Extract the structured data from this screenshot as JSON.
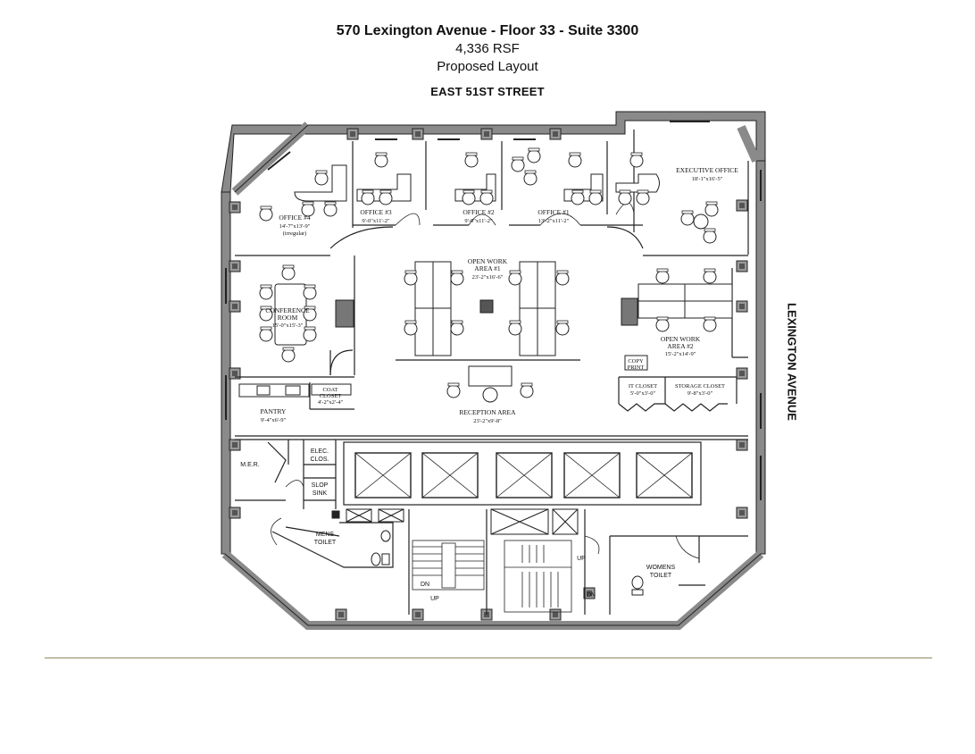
{
  "header": {
    "title": "570 Lexington Avenue - Floor 33 - Suite 3300",
    "area": "4,336 RSF",
    "layout": "Proposed Layout"
  },
  "streets": {
    "top": "EAST 51ST STREET",
    "right": "LEXINGTON AVENUE"
  },
  "rooms": {
    "office4": {
      "name": "OFFICE #4",
      "dim": "14'-7\"x13'-9\"",
      "note": "(irregular)"
    },
    "office3": {
      "name": "OFFICE #3",
      "dim": "9'-0\"x11'-2\""
    },
    "office2": {
      "name": "OFFICE #2",
      "dim": "9'-0\"x11'-2\""
    },
    "office1": {
      "name": "OFFICE #1",
      "dim": "13'-2\"x11'-2\""
    },
    "exec": {
      "name": "EXECUTIVE OFFICE",
      "dim": "18'-1\"x16'-5\""
    },
    "open1": {
      "name1": "OPEN WORK",
      "name2": "AREA #1",
      "dim": "23'-2\"x16'-6\""
    },
    "conf": {
      "name1": "CONFERENCE",
      "name2": "ROOM",
      "dim": "15'-0\"x15'-3\""
    },
    "open2": {
      "name1": "OPEN WORK",
      "name2": "AREA #2",
      "dim": "15'-2\"x14'-9\""
    },
    "copy": {
      "line1": "COPY",
      "line2": "PRINT"
    },
    "it": {
      "name": "IT CLOSET",
      "dim": "5'-0\"x3'-0\""
    },
    "storage": {
      "name": "STORAGE CLOSET",
      "dim": "9'-8\"x3'-0\""
    },
    "pantry": {
      "name": "PANTRY",
      "dim": "9'-4\"x6'-9\""
    },
    "coat": {
      "name1": "COAT",
      "name2": "CLOSET",
      "dim": "4'-2\"x2'-4\""
    },
    "reception": {
      "name": "RECEPTION AREA",
      "dim": "23'-2\"x9'-8\""
    },
    "mer": {
      "name": "M.E.R."
    },
    "elec": {
      "line1": "ELEC.",
      "line2": "CLOS."
    },
    "slop": {
      "line1": "SLOP",
      "line2": "SINK"
    },
    "mens": {
      "line1": "MENS",
      "line2": "TOILET"
    },
    "womens": {
      "line1": "WOMENS",
      "line2": "TOILET"
    }
  },
  "stairs": {
    "dn1": "DN",
    "up1": "UP",
    "up2": "UP",
    "dn2": "DN"
  },
  "colors": {
    "wall": "#888888",
    "line": "#222222",
    "rule": "#8e8a62"
  }
}
